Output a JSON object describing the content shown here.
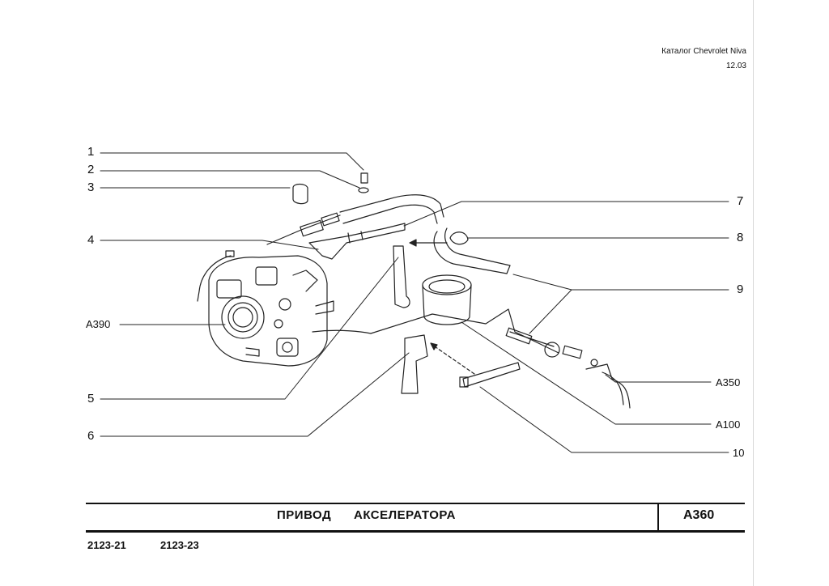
{
  "header": {
    "catalog": "Каталог Chevrolet Niva",
    "date": "12.03"
  },
  "callouts": {
    "n1": "1",
    "n2": "2",
    "n3": "3",
    "n4": "4",
    "a390": "A390",
    "n5": "5",
    "n6": "6",
    "n7": "7",
    "n8": "8",
    "n9": "9",
    "a350": "A350",
    "a100": "A100",
    "n10": "10"
  },
  "title": {
    "word1": "ПРИВОД",
    "word2": "АКСЕЛЕРАТОРА",
    "code": "A360"
  },
  "models": [
    "2123-21",
    "2123-23"
  ]
}
